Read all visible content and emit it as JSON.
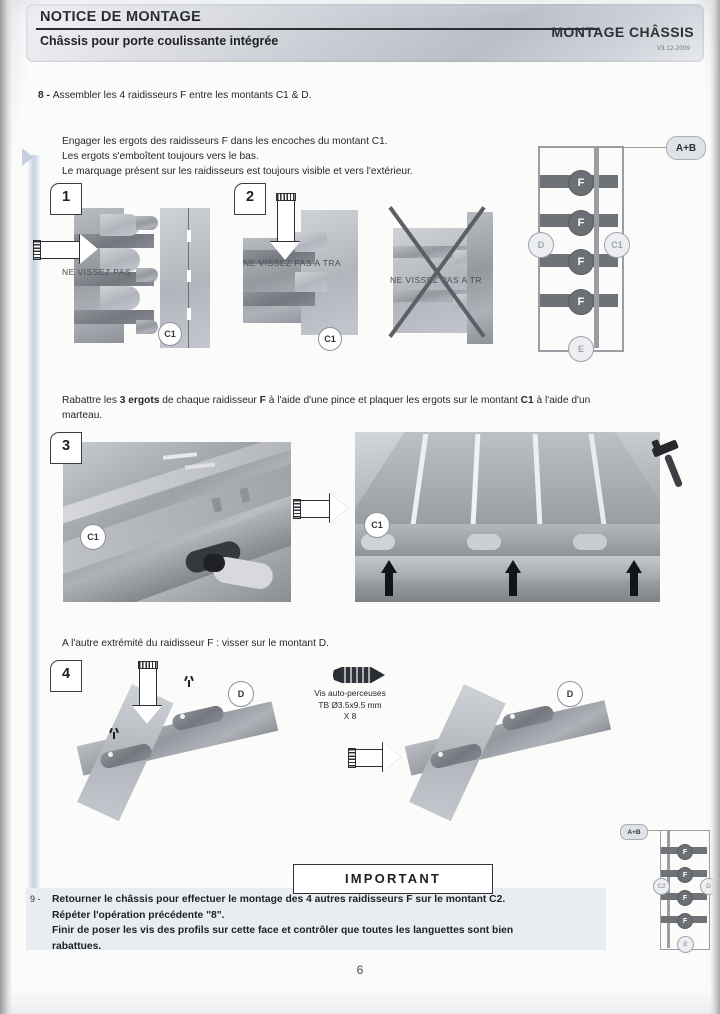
{
  "header": {
    "title": "NOTICE DE MONTAGE",
    "subtitle": "Châssis pour porte coulissante intégrée",
    "right_title": "MONTAGE CHÂSSIS",
    "version": "V3.12-2009"
  },
  "step8": {
    "heading_num": "8 -",
    "heading": "Assembler les 4 raidisseurs F entre les montants C1 & D.",
    "lines": [
      "Engager les ergots des raidisseurs F dans les encoches du montant C1.",
      "Les ergots s'emboîtent toujours vers le bas.",
      "Le marquage présent sur les raidisseurs est toujours visible et vers l'extérieur."
    ],
    "badge_1": "1",
    "badge_2": "2",
    "warn_text_1": "NE VISSEZ PAS",
    "warn_text_2": "NE VISSEZ PAS A TRA",
    "warn_text_3": "NE VISSEZ PAS A TR",
    "callout_c1_a": "C1",
    "callout_c1_b": "C1",
    "schema": {
      "ab": "A+B",
      "left": "D",
      "right": "C1",
      "bottom": "E",
      "stiffeners": [
        "F",
        "F",
        "F",
        "F"
      ]
    }
  },
  "step3": {
    "text_a": "Rabattre les ",
    "text_b": "3 ergots",
    "text_c": " de chaque raidisseur ",
    "text_d": "F",
    "text_e": " à l'aide d'une pince et plaquer les ergots sur le montant ",
    "text_f": "C1",
    "text_g": " à l'aide d'un",
    "text_h": "marteau.",
    "badge": "3",
    "callout_left": "C1",
    "callout_right": "C1",
    "hammer_icon": "hammer-icon"
  },
  "step4": {
    "text": "A l'autre extrémité du raidisseur F : visser sur le montant D.",
    "badge": "4",
    "callout_left": "D",
    "callout_right": "D",
    "screw": {
      "line1": "Vis auto-perceuses",
      "line2": "TB Ø3.5x9.5 mm",
      "line3": "X 8",
      "icon": "screw-icon"
    }
  },
  "important": {
    "label": "IMPORTANT",
    "note_num": "9 -",
    "lines": [
      "Retourner le châssis pour effectuer le montage des 4 autres raidisseurs F sur le montant C2.",
      "Répéter l'opération précédente \"8\".",
      "Finir de poser les vis des profils sur cette face et contrôler que toutes les languettes sont bien",
      "rabattues."
    ]
  },
  "mini_schema": {
    "ab": "A+B",
    "left": "C2",
    "right": "D",
    "bottom": "E",
    "stiffeners": [
      "F",
      "F",
      "F",
      "F"
    ]
  },
  "footer": {
    "page_number": "6"
  }
}
